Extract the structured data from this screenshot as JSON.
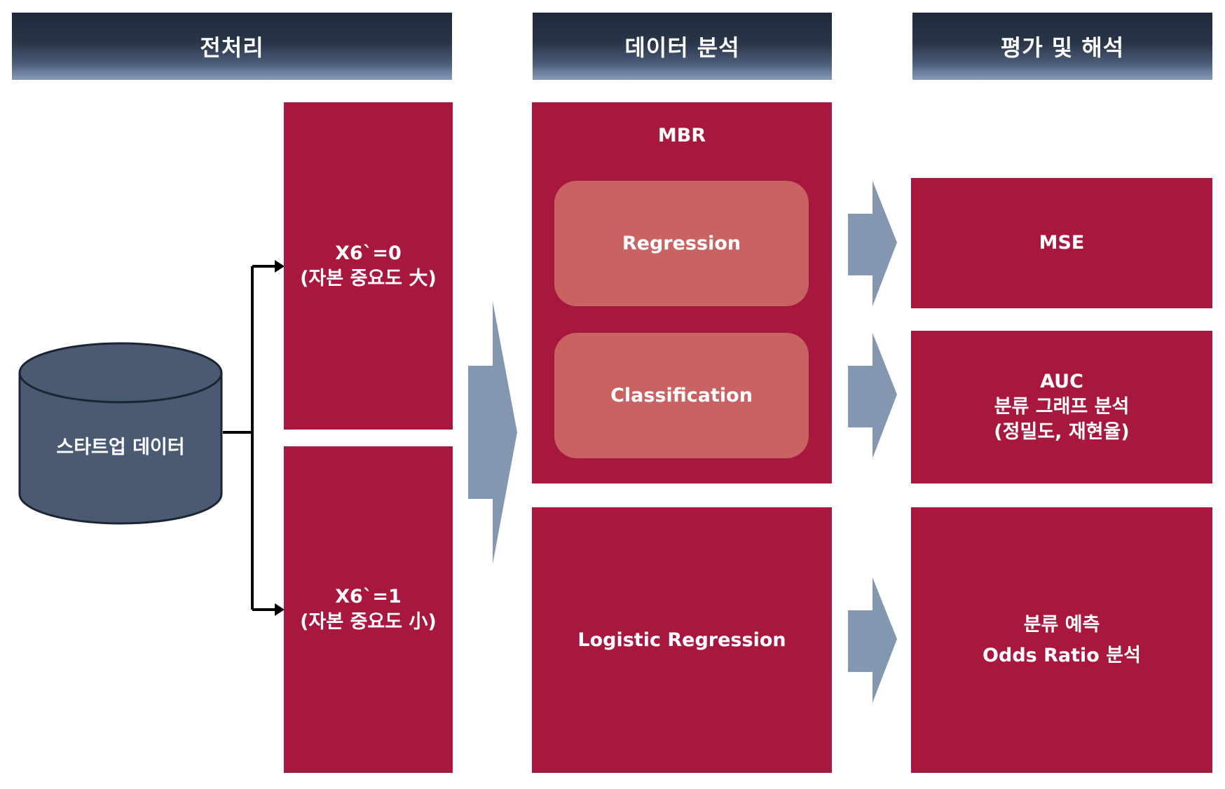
{
  "headers": {
    "preprocess": "전처리",
    "analysis": "데이터 분석",
    "evaluation": "평가 및 해석"
  },
  "database": {
    "label": "스타트업 데이터"
  },
  "preprocess": {
    "top": {
      "line1": "X6`=0",
      "line2": "(자본 중요도 大)"
    },
    "bottom": {
      "line1": "X6`=1",
      "line2": "(자본 중요도 小)"
    }
  },
  "analysis": {
    "mbr": {
      "title": "MBR",
      "regression": "Regression",
      "classification": "Classification"
    },
    "logistic": "Logistic Regression"
  },
  "evaluation": {
    "mse": "MSE",
    "auc": {
      "line1": "AUC",
      "line2": "분류 그래프 분석",
      "line3": "(정밀도, 재현율)"
    },
    "odds": {
      "line1": "분류 예측",
      "line2": "Odds Ratio 분석"
    }
  },
  "colors": {
    "red_box": "#a8183e",
    "pill": "#c96263",
    "arrow": "#8497b0",
    "cylinder": "#4a5a72",
    "header_dark": "#1f2a3c"
  }
}
